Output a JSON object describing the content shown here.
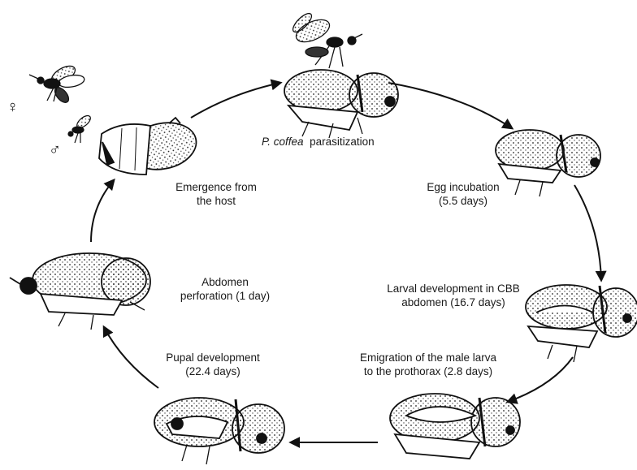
{
  "symbols": {
    "female": "♀",
    "male": "♂"
  },
  "stages": {
    "parasitization": {
      "species": "P. coffea",
      "text": "parasitization"
    },
    "egg": {
      "line1": "Egg incubation",
      "line2": "(5.5 days)"
    },
    "larval": {
      "line1": "Larval development in CBB",
      "line2": "abdomen (16.7 days)"
    },
    "emigration": {
      "line1": "Emigration of the male larva",
      "line2": "to the prothorax (2.8 days)"
    },
    "pupal": {
      "line1": "Pupal development",
      "line2": "(22.4 days)"
    },
    "abdomen": {
      "line1": "Abdomen",
      "line2": "perforation (1 day)"
    },
    "emergence": {
      "line1": "Emergence from",
      "line2": "the host"
    }
  },
  "colors": {
    "ink": "#111111",
    "paper": "#ffffff"
  }
}
